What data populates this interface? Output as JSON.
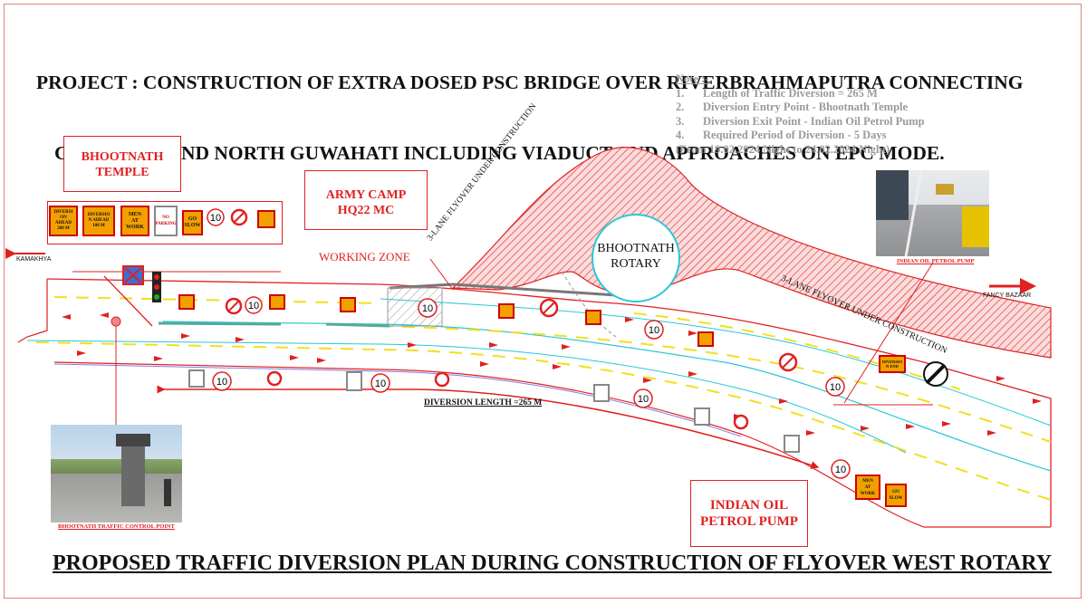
{
  "title": {
    "line1": "PROJECT : CONSTRUCTION OF EXTRA DOSED PSC BRIDGE OVER RIVERBRAHMAPUTRA CONNECTING",
    "line2": "GUWAHATI AND NORTH GUWAHATI INCLUDING VIADUCT AND APPROACHES ON EPC MODE."
  },
  "note": {
    "heading": "Note :-",
    "items": [
      {
        "num": "1.",
        "text": "Length of Traffic Diversion = 265 M"
      },
      {
        "num": "2.",
        "text": "Diversion Entry Point - Bhootnath Temple"
      },
      {
        "num": "3.",
        "text": "Diversion Exit Point - Indian Oil Petrol Pump"
      },
      {
        "num": "4.",
        "text": "Required Period of Diversion - 5 Days"
      }
    ],
    "period": "(From 19.02.2024 Night to 24.02.2024 Night)"
  },
  "labels": {
    "bhootnath_temple": "BHOOTNATH\nTEMPLE",
    "army_camp": "ARMY CAMP\nHQ22 MC",
    "indian_oil": "INDIAN OIL\nPETROL PUMP",
    "working_zone": "WORKING ZONE",
    "rotary": "BHOOTNATH\nROTARY",
    "flyover_left": "3-LANE FLYOVER UNDER CONSTRUCTION",
    "flyover_right": "3-LANE FLYOVER UNDER CONSTRUCTION",
    "kamakhya": "KAMAKHYA",
    "fancy_bazaar": "FANCY BAZAAR",
    "diversion_length": "DIVERSION LENGTH =265 M"
  },
  "signs": {
    "diversion_200": "DIVERSI\nON\nAHEAD\n200 M",
    "diversion_100": "DIVERSIO\nN AHEAD\n100 M",
    "men_at_work": "MEN\nAT\nWORK",
    "no_parking": "NO\nPARKING",
    "go_slow": "GO\nSLOW",
    "diversion_right": "DIVERSIO\nN END",
    "speed_limit": "10"
  },
  "captions": {
    "left_photo": "BHOOTNATH TRAFFIC CONTROL POINT",
    "right_photo": "INDIAN OIL PETROL PUMP"
  },
  "footer": "PROPOSED TRAFFIC DIVERSION PLAN DURING CONSTRUCTION OF FLYOVER WEST ROTARY",
  "colors": {
    "red": "#e02020",
    "cyan": "#27c8d8",
    "yellow_dash": "#f0e020",
    "sign_orange": "#f2a000"
  }
}
